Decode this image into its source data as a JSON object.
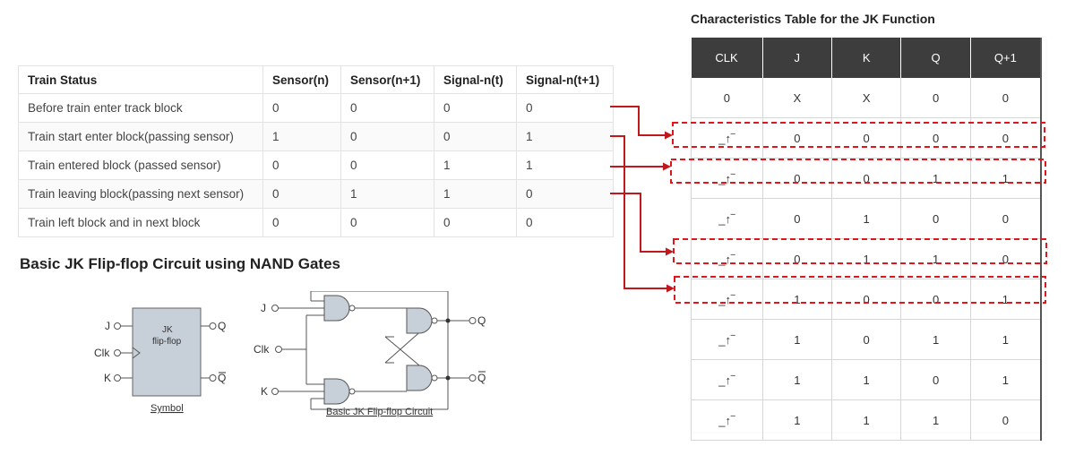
{
  "train_table": {
    "headers": [
      "Train Status",
      "Sensor(n)",
      "Sensor(n+1)",
      "Signal-n(t)",
      "Signal-n(t+1)"
    ],
    "rows": [
      [
        "Before train enter track block",
        "0",
        "0",
        "0",
        "0"
      ],
      [
        "Train start enter block(passing sensor)",
        "1",
        "0",
        "0",
        "1"
      ],
      [
        "Train entered block (passed sensor)",
        "0",
        "0",
        "1",
        "1"
      ],
      [
        "Train leaving block(passing next sensor)",
        "0",
        "1",
        "1",
        "0"
      ],
      [
        "Train left block and in next block",
        "0",
        "0",
        "0",
        "0"
      ]
    ]
  },
  "circuit": {
    "heading": "Basic JK Flip-flop Circuit using NAND Gates",
    "symbol": {
      "j": "J",
      "clk": "Clk",
      "k": "K",
      "box_line1": "JK",
      "box_line2": "flip-flop",
      "q": "Q",
      "qbar": "Q",
      "caption": "Symbol"
    },
    "nand": {
      "j": "J",
      "clk": "Clk",
      "k": "K",
      "q": "Q",
      "qbar": "Q",
      "caption": "Basic JK Flip-flop Circuit"
    }
  },
  "char_table": {
    "title": "Characteristics Table for the JK Function",
    "headers": [
      "CLK",
      "J",
      "K",
      "Q",
      "Q+1"
    ],
    "rows": [
      [
        "0",
        "X",
        "X",
        "0",
        "0"
      ],
      [
        "_↑‾",
        "0",
        "0",
        "0",
        "0"
      ],
      [
        "_↑‾",
        "0",
        "0",
        "1",
        "1"
      ],
      [
        "_↑‾",
        "0",
        "1",
        "0",
        "0"
      ],
      [
        "_↑‾",
        "0",
        "1",
        "1",
        "0"
      ],
      [
        "_↑‾",
        "1",
        "0",
        "0",
        "1"
      ],
      [
        "_↑‾",
        "1",
        "0",
        "1",
        "1"
      ],
      [
        "_↑‾",
        "1",
        "1",
        "0",
        "1"
      ],
      [
        "_↑‾",
        "1",
        "1",
        "1",
        "0"
      ]
    ]
  },
  "colors": {
    "arrow": "#c0181c",
    "header_bg": "#3d3d3d",
    "gate_fill": "#c7cfd8"
  }
}
